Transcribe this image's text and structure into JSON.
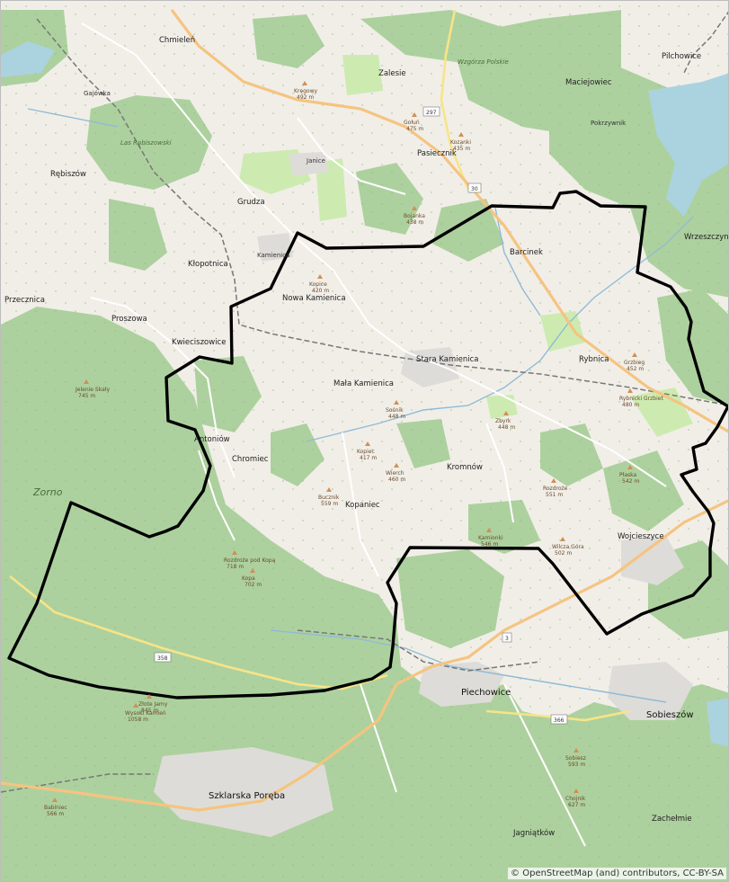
{
  "map": {
    "attribution": "© OpenStreetMap (and) contributors, CC-BY-SA",
    "colors": {
      "background": "#f1eee8",
      "forest": "#add19e",
      "meadow": "#cdebb0",
      "water": "#aad3df",
      "river": "#8fbbd6",
      "residential": "#e0dfdf",
      "primary_road": "#f5c480",
      "secondary_road": "#f7e488",
      "road": "#ffffff",
      "railway": "#777777",
      "boundary": "#000000"
    },
    "places": {
      "chmielen": "Chmieleń",
      "gajowka": "Gajówka",
      "rebiszow": "Rębiszów",
      "przeczna": "Przecznica",
      "proszowa": "Proszowa",
      "klopotnica": "Kłopotnica",
      "kwieciszowice": "Kwieciszowice",
      "grudza": "Grudza",
      "janice": "Janice",
      "zalesie": "Zalesie",
      "pasiecznik": "Pasiecznik",
      "maciejowiec": "Maciejowiec",
      "pilchowice": "Pilchowice",
      "pokrzywnik": "Pokrzywnik",
      "barcinek": "Barcinek",
      "wrzeszczyn": "Wrzeszczyn",
      "nowa_kamienica": "Nowa Kamienica",
      "stara_kamienica": "Stara Kamienica",
      "mala_kamienica": "Mała Kamienica",
      "antoniow": "Antoniów",
      "chromiec": "Chromiec",
      "kromnow": "Kromnów",
      "kopaniec": "Kopaniec",
      "rybnica": "Rybnica",
      "wojcieszyce": "Wojcieszyce",
      "piechowice": "Piechowice",
      "sobieszow": "Sobieszów",
      "szklarska_poreba": "Szklarska Poręba",
      "jagniatkow": "Jagniątków",
      "zachelmie": "Zachełmie",
      "zorno": "Zorno",
      "kamienica": "Kamienica"
    },
    "peaks": [
      {
        "name": "Kręgowy",
        "elev": "492 m"
      },
      {
        "name": "Gołuń",
        "elev": "475 m"
      },
      {
        "name": "Kozanki",
        "elev": "435 m"
      },
      {
        "name": "Bojanka",
        "elev": "438 m"
      },
      {
        "name": "Kopice",
        "elev": "420 m"
      },
      {
        "name": "Grzbieg",
        "elev": "452 m"
      },
      {
        "name": "Sośnik",
        "elev": "448 m"
      },
      {
        "name": "Kopiec",
        "elev": "417 m"
      },
      {
        "name": "Zbyrk",
        "elev": "448 m"
      },
      {
        "name": "Wierch",
        "elev": "460 m"
      },
      {
        "name": "Płaska",
        "elev": "542 m"
      },
      {
        "name": "Rozdroże",
        "elev": "551 m"
      },
      {
        "name": "Bucznik",
        "elev": "559 m"
      },
      {
        "name": "Wilcza Góra",
        "elev": "502 m"
      },
      {
        "name": "Kamionki",
        "elev": "546 m"
      },
      {
        "name": "Rybnicki Grzbiet",
        "elev": "480 m"
      },
      {
        "name": "Jelenie Skały",
        "elev": "745 m"
      },
      {
        "name": "Rozdroże pod Kopą",
        "elev": "718 m"
      },
      {
        "name": "Wysoki Kamień",
        "elev": "1058 m"
      },
      {
        "name": "Złote Jamy",
        "elev": "845 m"
      },
      {
        "name": "Kopa",
        "elev": "702 m"
      },
      {
        "name": "Chojnik",
        "elev": "627 m"
      },
      {
        "name": "Sobiesz",
        "elev": "593 m"
      },
      {
        "name": "Babiniec",
        "elev": "566 m"
      }
    ],
    "woods": {
      "las_rebiszowski": "Las Rębiszowski",
      "wzgorza_polskie": "Wzgórza Polskie"
    },
    "roads": {
      "r297": "297",
      "r30": "30",
      "r358": "358",
      "r3": "3",
      "r366": "366"
    }
  }
}
